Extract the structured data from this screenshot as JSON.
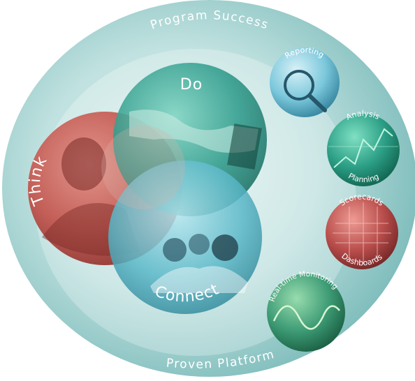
{
  "diagram": {
    "outer_top_label": "Program Success",
    "outer_bottom_label": "Proven Platform",
    "think": {
      "label": "Think",
      "color": "#c2554d"
    },
    "do": {
      "label": "Do",
      "color": "#2f9c8c"
    },
    "connect": {
      "label": "Connect",
      "color": "#5ab8c8"
    },
    "side_orbs": [
      {
        "top_label": "Reporting",
        "bottom_label": "",
        "color": "#7cc8dc",
        "icon": "magnifier-icon"
      },
      {
        "top_label": "Analysis",
        "bottom_label": "Planning",
        "color": "#2c9f86",
        "icon": "chart-icon"
      },
      {
        "top_label": "Scorecards",
        "bottom_label": "Dashboards",
        "color": "#b94e4c",
        "icon": "grid-icon"
      },
      {
        "top_label": "Real-time Monitoring",
        "bottom_label": "",
        "color": "#3d9b75",
        "icon": "wave-icon"
      }
    ]
  }
}
